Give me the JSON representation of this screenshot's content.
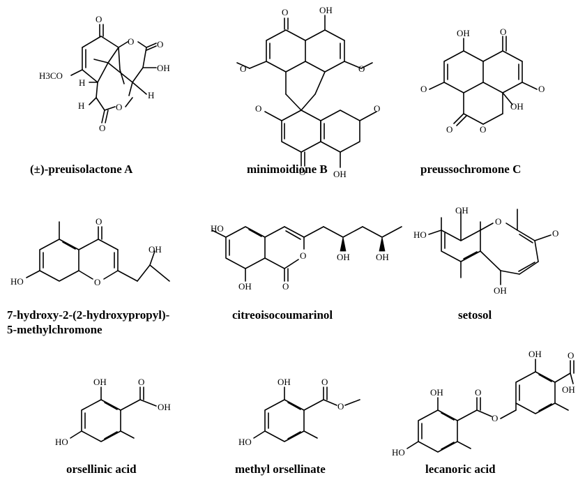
{
  "compounds": [
    {
      "name": "(±)-preuisolactone A",
      "labels": {
        "ketone_o": "O",
        "lactone1_o": "O",
        "lactone1_co": "O",
        "oh": "OH",
        "ome": "H3CO",
        "h1": "H",
        "h2": "H",
        "h3": "H",
        "lactone2_o": "O",
        "lactone2_co": "O"
      }
    },
    {
      "name": "minimoidione B",
      "labels": {
        "o_top": "O",
        "oh_top": "OH",
        "ome_left": "O",
        "ome_right": "O",
        "ome_mid_left": "O",
        "ome_mid_right": "O",
        "o_bottom": "O",
        "oh_bottom": "OH"
      }
    },
    {
      "name": "preussochromone C",
      "labels": {
        "oh_top": "OH",
        "o_top": "O",
        "ome_left": "O",
        "ome_right": "O",
        "o_carbonyl": "O",
        "o_ring": "O",
        "oh_mid": "OH"
      }
    },
    {
      "name_line1": "7-hydroxy-2-(2-hydroxypropyl)-",
      "name_line2": "5-methylchromone",
      "labels": {
        "o_keto": "O",
        "oh_side": "OH",
        "ho": "HO",
        "o_ring": "O"
      }
    },
    {
      "name": "citreoisocoumarinol",
      "labels": {
        "ho": "HO",
        "oh1": "OH",
        "oh2": "OH",
        "o_ring": "O",
        "oh_bottom": "OH",
        "o_carbonyl": "O"
      }
    },
    {
      "name": "setosol",
      "labels": {
        "oh_top": "OH",
        "ho": "HO",
        "o_ring": "O",
        "o_methoxy": "O",
        "oh_bottom": "OH"
      }
    },
    {
      "name": "orsellinic acid",
      "labels": {
        "oh": "OH",
        "o": "O",
        "cooh": "OH",
        "ho": "HO"
      }
    },
    {
      "name": "methyl orsellinate",
      "labels": {
        "oh": "OH",
        "o_carbonyl": "O",
        "o_ester": "O",
        "ho": "HO"
      }
    },
    {
      "name": "lecanoric acid",
      "labels": {
        "oh_left": "OH",
        "o_ester_co": "O",
        "o_ester": "O",
        "ho": "HO",
        "oh_right": "OH",
        "o_acid": "O",
        "oh_acid": "OH"
      }
    }
  ]
}
